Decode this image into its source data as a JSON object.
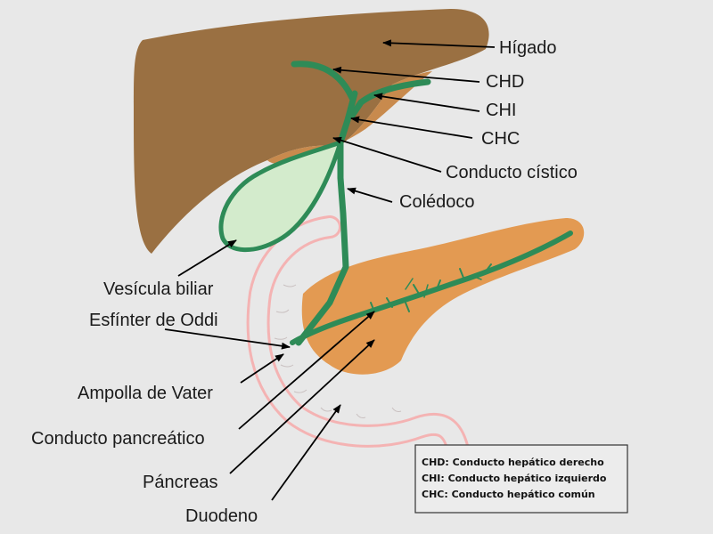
{
  "labels": {
    "higado": "Hígado",
    "chd": "CHD",
    "chi": "CHI",
    "chc": "CHC",
    "conducto_cistico": "Conducto cístico",
    "coledoco": "Colédoco",
    "vesicula": "Vesícula biliar",
    "esfinter": "Esfínter de Oddi",
    "ampolla": "Ampolla de Vater",
    "conducto_pancreatico": "Conducto pancreático",
    "pancreas": "Páncreas",
    "duodeno": "Duodeno"
  },
  "legend": {
    "line1": "CHD: Conducto hepático derecho",
    "line2": "CHI: Conducto hepático izquierdo",
    "line3": "CHC: Conducto hepático común"
  },
  "colors": {
    "background": "#e8e8e8",
    "liver": "#9a7042",
    "liver_shadow": "#c88a4d",
    "gallbladder": "#d3ebcc",
    "duct": "#2e8b57",
    "pancreas": "#e39a52",
    "duodenum_outline": "#f2a8a8"
  }
}
